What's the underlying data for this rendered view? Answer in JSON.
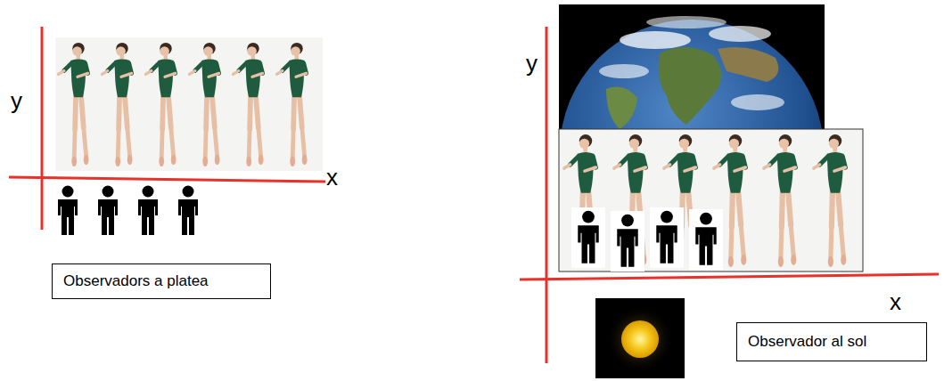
{
  "diagram": {
    "nodes": [
      {
        "text": [
          "Observadors a platea"
        ]
      },
      {
        "text": [
          "Observador al sol"
        ]
      }
    ],
    "labels": [
      "y",
      "x",
      "y",
      "x"
    ]
  }
}
